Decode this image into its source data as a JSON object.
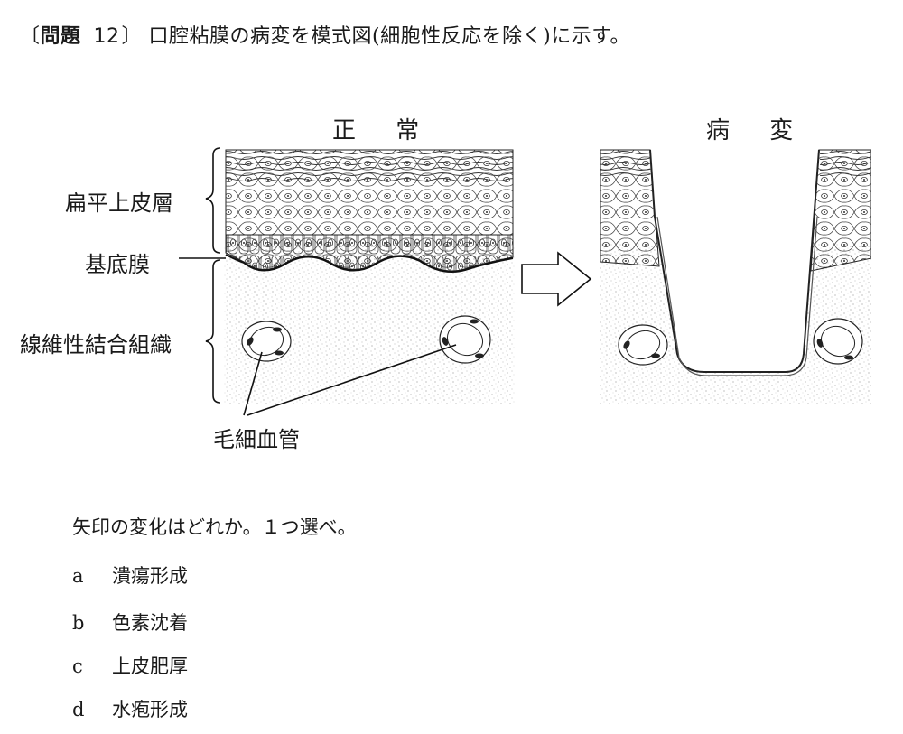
{
  "question": {
    "bracket_open": "〔",
    "label": "問題",
    "number": "12",
    "bracket_close": "〕",
    "text": "口腔粘膜の病変を模式図(細胞性反応を除く)に示す。"
  },
  "figure": {
    "normal_heading": "正 常",
    "lesion_heading": "病 変",
    "labels": {
      "squamous_layer": "扁平上皮層",
      "basement_membrane": "基底膜",
      "connective_tissue": "線維性結合組織",
      "capillary": "毛細血管"
    }
  },
  "prompt": "矢印の変化はどれか。１つ選べ。",
  "choices": [
    {
      "letter": "a",
      "text": "潰瘍形成"
    },
    {
      "letter": "b",
      "text": "色素沈着"
    },
    {
      "letter": "c",
      "text": "上皮肥厚"
    },
    {
      "letter": "d",
      "text": "水疱形成"
    }
  ]
}
